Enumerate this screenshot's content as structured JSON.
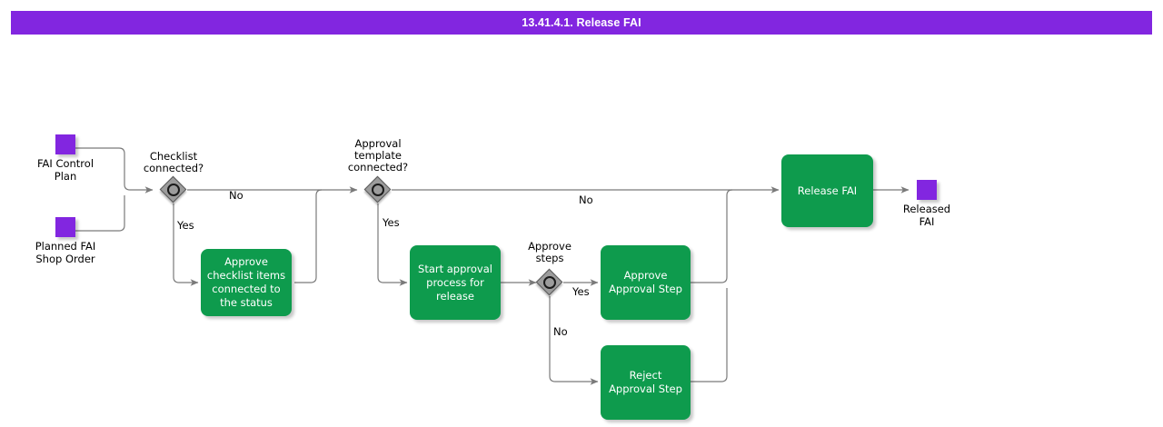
{
  "header": {
    "title": "13.41.4.1. Release FAI",
    "background_color": "#8226E0",
    "text_color": "#ffffff"
  },
  "theme": {
    "task_color": "#0E9B4D",
    "data_object_color": "#8226E0",
    "gateway_color": "#9C9C9C",
    "connector_color": "#7a7a7a",
    "canvas_background": "#ffffff"
  },
  "diagram": {
    "type": "bpmn-process-flow",
    "data_objects": [
      {
        "id": "fai-control-plan",
        "label": "FAI Control\nPlan"
      },
      {
        "id": "planned-fai-shop-order",
        "label": "Planned FAI\nShop Order"
      },
      {
        "id": "released-fai",
        "label": "Released\nFAI"
      }
    ],
    "gateways": [
      {
        "id": "checklist-connected",
        "label": "Checklist\nconnected?",
        "type": "event-based"
      },
      {
        "id": "approval-template-connected",
        "label": "Approval\ntemplate\nconnected?",
        "type": "event-based"
      },
      {
        "id": "approve-steps",
        "label": "Approve\nsteps",
        "type": "event-based"
      }
    ],
    "tasks": [
      {
        "id": "approve-checklist-items",
        "label": "Approve checklist items connected to the status"
      },
      {
        "id": "start-approval-process",
        "label": "Start approval process for release"
      },
      {
        "id": "approve-approval-step",
        "label": "Approve Approval Step"
      },
      {
        "id": "reject-approval-step",
        "label": "Reject Approval Step"
      },
      {
        "id": "release-fai",
        "label": "Release FAI"
      }
    ],
    "flow_labels": {
      "checklist_no": "No",
      "checklist_yes": "Yes",
      "template_no": "No",
      "template_yes": "Yes",
      "steps_yes": "Yes",
      "steps_no": "No"
    }
  }
}
